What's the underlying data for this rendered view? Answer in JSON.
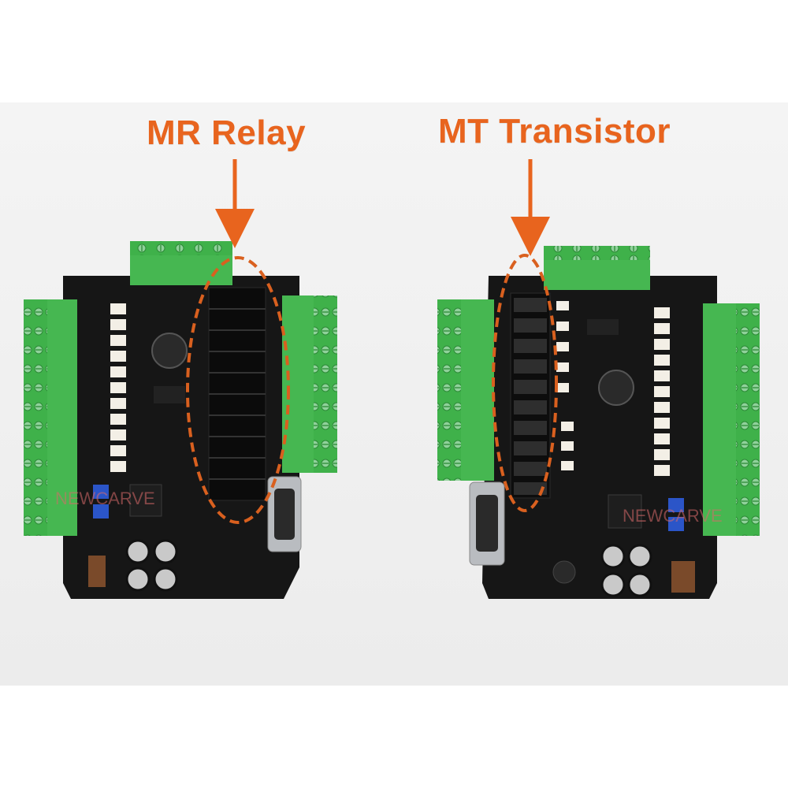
{
  "labels": {
    "relay": "MR Relay",
    "transistor": "MT Transistor"
  },
  "watermarks": {
    "left": "NEWCARVE",
    "right": "NEWCARVE"
  },
  "colors": {
    "label": "#e8641e",
    "terminal_green": "#3fb14a",
    "pcb": "#151515",
    "highlight": "#d9601f"
  }
}
